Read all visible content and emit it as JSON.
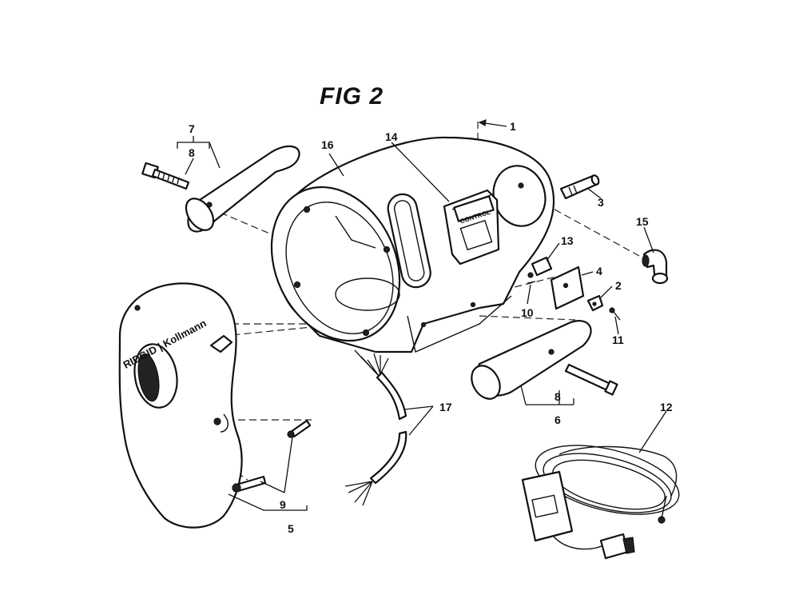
{
  "figure": {
    "title": "FIG 2"
  },
  "callouts": [
    "1",
    "2",
    "3",
    "4",
    "5",
    "6",
    "7",
    "8",
    "8",
    "9",
    "10",
    "11",
    "12",
    "13",
    "14",
    "15",
    "16",
    "17"
  ],
  "markings": {
    "cover_brand": "RIDGID | Kollmann",
    "control_label": "CONTROL"
  }
}
